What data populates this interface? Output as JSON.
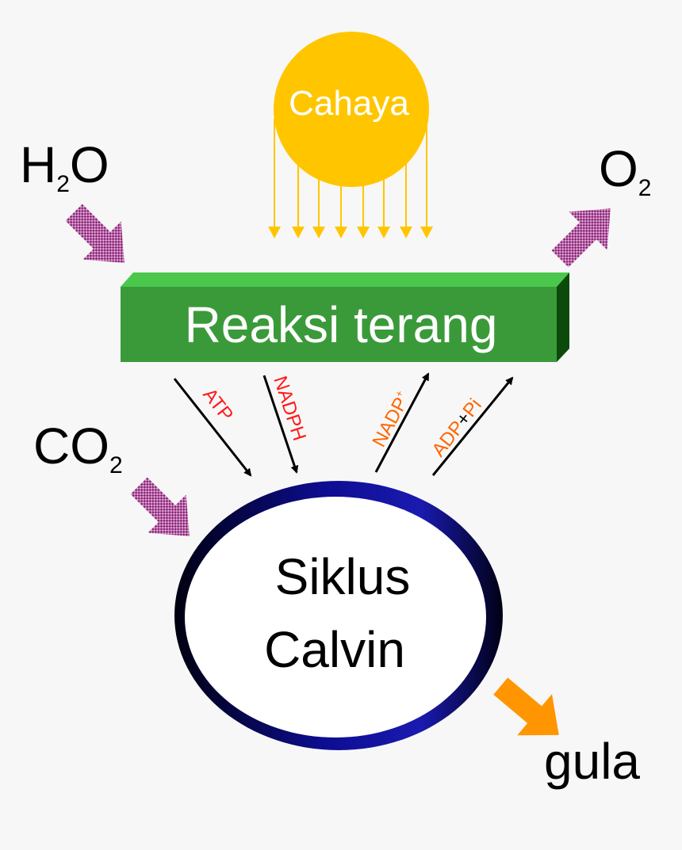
{
  "sun": {
    "label": "Cahaya",
    "color": "#ffc600",
    "text_color": "#ffffff"
  },
  "inputs": {
    "water": {
      "main": "H",
      "sub": "2",
      "tail": "O"
    },
    "co2": {
      "main": "CO",
      "sub": "2"
    }
  },
  "outputs": {
    "oxygen": {
      "main": "O",
      "sub": "2"
    },
    "sugar": "gula"
  },
  "light_reaction": {
    "label": "Reaksi terang",
    "color": "#3a9a3a"
  },
  "calvin": {
    "line1": "Siklus",
    "line2": "Calvin",
    "ring_color": "#1515a0"
  },
  "transfers": {
    "atp": "ATP",
    "nadph": "NADPH",
    "nadp": "NADP",
    "nadp_sup": "+",
    "adp": "ADP",
    "plus": "+",
    "pi": "Pi"
  },
  "colors": {
    "red_label": "#ff1a1a",
    "orange_label": "#ff6600",
    "input_arrow": "#a0308a",
    "sugar_arrow": "#ff9500"
  }
}
